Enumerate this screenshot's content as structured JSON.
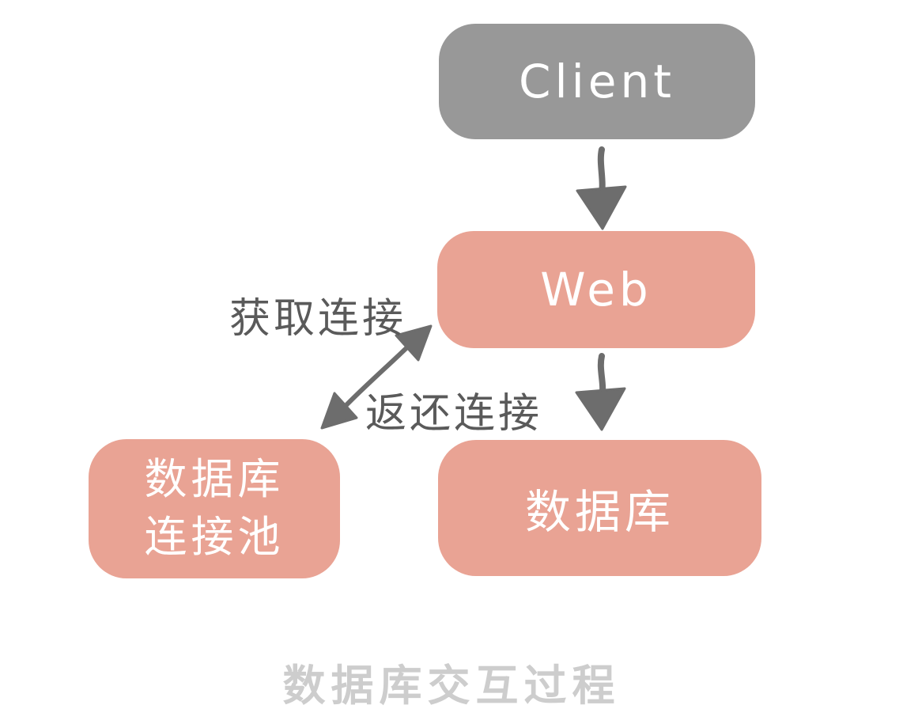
{
  "diagram": {
    "title": "数据库交互过程",
    "nodes": {
      "client": {
        "label": "Client",
        "fill": "#989898",
        "text_color": "#ffffff"
      },
      "web": {
        "label": "Web",
        "fill": "#e9a394",
        "text_color": "#ffffff"
      },
      "pool": {
        "label": "数据库连接池",
        "label_lines": [
          "数据库",
          "连接池"
        ],
        "fill": "#e9a394",
        "text_color": "#ffffff"
      },
      "database": {
        "label": "数据库",
        "fill": "#e9a394",
        "text_color": "#ffffff"
      }
    },
    "edges": [
      {
        "name": "client-to-web",
        "from": "Client",
        "to": "Web",
        "style": "down-arrow"
      },
      {
        "name": "web-to-database",
        "from": "Web",
        "to": "数据库",
        "style": "down-arrow"
      },
      {
        "name": "web-to-pool",
        "from": "Web",
        "to": "数据库连接池",
        "style": "double-arrow",
        "label_top": "获取连接",
        "label_bottom": "返还连接"
      }
    ],
    "colors": {
      "background": "#ffffff",
      "node_salmon": "#e9a394",
      "node_gray": "#989898",
      "arrow": "#6d6d6d",
      "edge_label_text": "#5a5a5a",
      "title_text": "#cdcdcd"
    }
  }
}
